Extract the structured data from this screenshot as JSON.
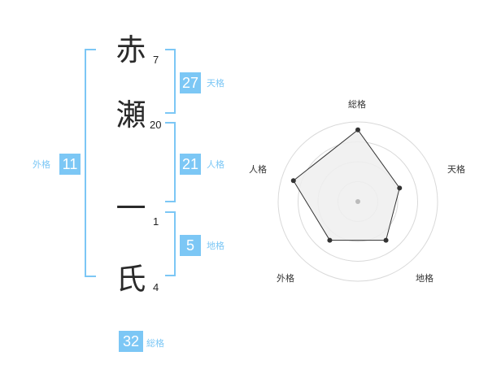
{
  "name_chars": [
    {
      "char": "赤",
      "strokes": "7"
    },
    {
      "char": "瀬",
      "strokes": "20"
    },
    {
      "char": "一",
      "strokes": "1"
    },
    {
      "char": "氏",
      "strokes": "4"
    }
  ],
  "kakusu": {
    "tenkaku": {
      "value": "27",
      "label": "天格"
    },
    "jinkaku": {
      "value": "21",
      "label": "人格"
    },
    "chikaku": {
      "value": "5",
      "label": "地格"
    },
    "gaikaku": {
      "value": "11",
      "label": "外格"
    },
    "soukaku": {
      "value": "32",
      "label": "総格"
    }
  },
  "colors": {
    "accent": "#7cc7f5",
    "text": "#222222",
    "radar_fill": "#efefef",
    "radar_grid": "#d9d9d9"
  },
  "chart_data": {
    "type": "radar",
    "axes": [
      "総格",
      "天格",
      "地格",
      "外格",
      "人格"
    ],
    "values": [
      0.9,
      0.55,
      0.6,
      0.6,
      0.85
    ],
    "rings": 4,
    "grid": true
  }
}
